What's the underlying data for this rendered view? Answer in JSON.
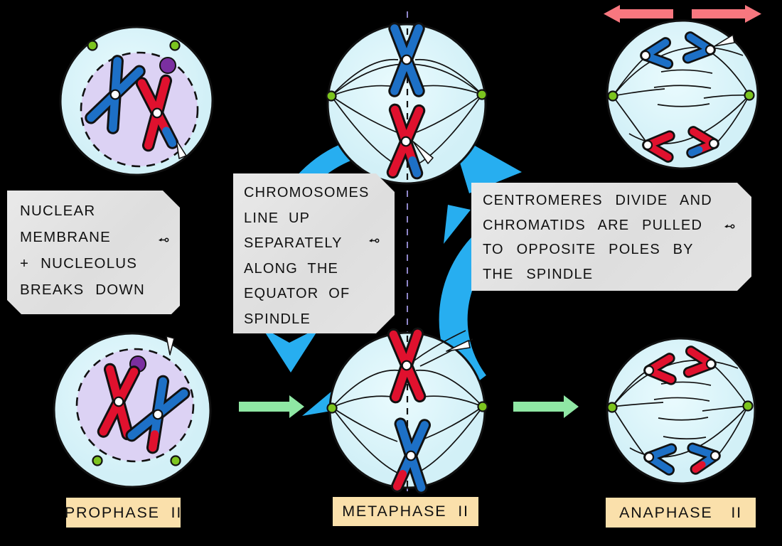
{
  "colors": {
    "background": "#000000",
    "ink": "#111111",
    "cytoplasm": "#d2f0f7",
    "cytoplasmLight": "#eafbfe",
    "nucleus": "#dcd2f4",
    "chromosomeBlue": "#1d70c6",
    "chromosomeRed": "#e0112e",
    "centromereWhite": "#ffffff",
    "centrioleGreen": "#7cc41f",
    "nucleolusPurple": "#7b2fa0",
    "spindleSwirlBlue": "#27aef0",
    "stageArrowGreen": "#8fe7a4",
    "poleArrowPink": "#f8777f",
    "calloutGray": "#e3e3e3",
    "stageLabelTan": "#fae0ab",
    "equatorDashPurple": "#8f86c9"
  },
  "callouts": {
    "nuclear_membrane": {
      "lines": [
        "NUCLEAR",
        "MEMBRANE",
        "+ NUCLEOLUS",
        "BREAKS DOWN"
      ]
    },
    "chromosomes_line_up": {
      "lines": [
        "CHROMOSOMES",
        "LINE UP",
        "SEPARATELY",
        "ALONG THE",
        "EQUATOR OF",
        "SPINDLE"
      ]
    },
    "centromeres_divide": {
      "lines": [
        "CENTROMERES DIVIDE AND",
        "CHROMATIDS ARE PULLED",
        "TO OPPOSITE POLES BY",
        "THE SPINDLE"
      ]
    }
  },
  "stage_labels": {
    "prophase": "PROPHASE II",
    "metaphase": "METAPHASE II",
    "anaphase": "ANAPHASE II"
  }
}
